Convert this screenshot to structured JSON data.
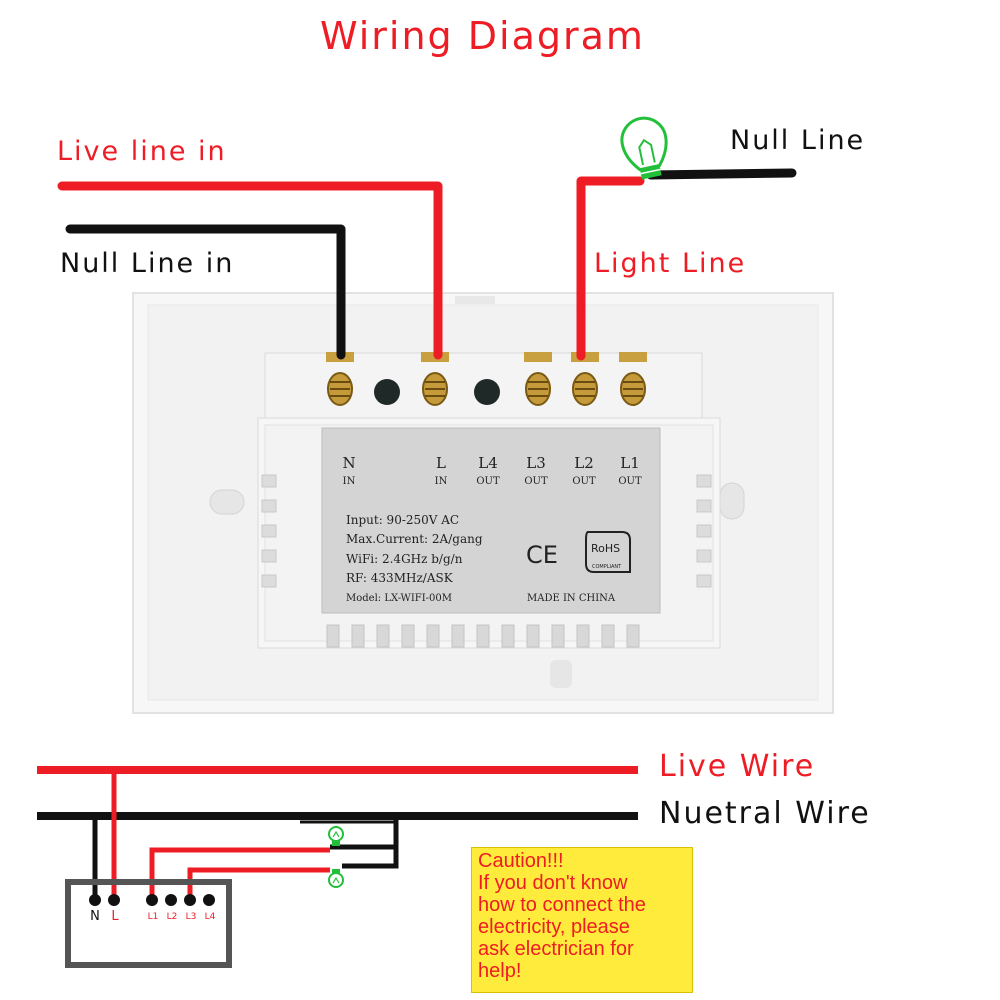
{
  "title": "Wiring Diagram",
  "labels": {
    "live_line_in": "Live line in",
    "null_line_in": "Null Line in",
    "null_line": "Null Line",
    "light_line": "Light Line",
    "live_wire": "Live Wire",
    "neutral_wire": "Nuetral Wire"
  },
  "plate": {
    "terminals": [
      {
        "name": "N",
        "sub": "IN"
      },
      {
        "name": "L",
        "sub": "IN"
      },
      {
        "name": "L4",
        "sub": "OUT"
      },
      {
        "name": "L3",
        "sub": "OUT"
      },
      {
        "name": "L2",
        "sub": "OUT"
      },
      {
        "name": "L1",
        "sub": "OUT"
      }
    ],
    "specs": [
      "Input: 90-250V AC",
      "Max.Current: 2A/gang",
      "WiFi: 2.4GHz b/g/n",
      "RF: 433MHz/ASK",
      "Model: LX-WIFI-00M"
    ],
    "ce_mark": "CE",
    "rohs": "RoHS",
    "rohs_sub": "COMPLIANT",
    "made_in": "MADE IN CHINA"
  },
  "schematic": {
    "terminals": [
      "N",
      "L",
      "L1",
      "L2",
      "L3",
      "L4"
    ]
  },
  "caution": [
    "Caution!!!",
    "If you don't know",
    "how to connect the",
    "electricity, please",
    "ask electrician for",
    "help!"
  ],
  "colors": {
    "live": "#ee1c24",
    "neutral": "#111111",
    "bulb": "#22c03a",
    "caution_bg": "#ffeb3b"
  },
  "icons": [
    "light-bulb-icon",
    "ce-mark-icon",
    "rohs-mark-icon"
  ]
}
